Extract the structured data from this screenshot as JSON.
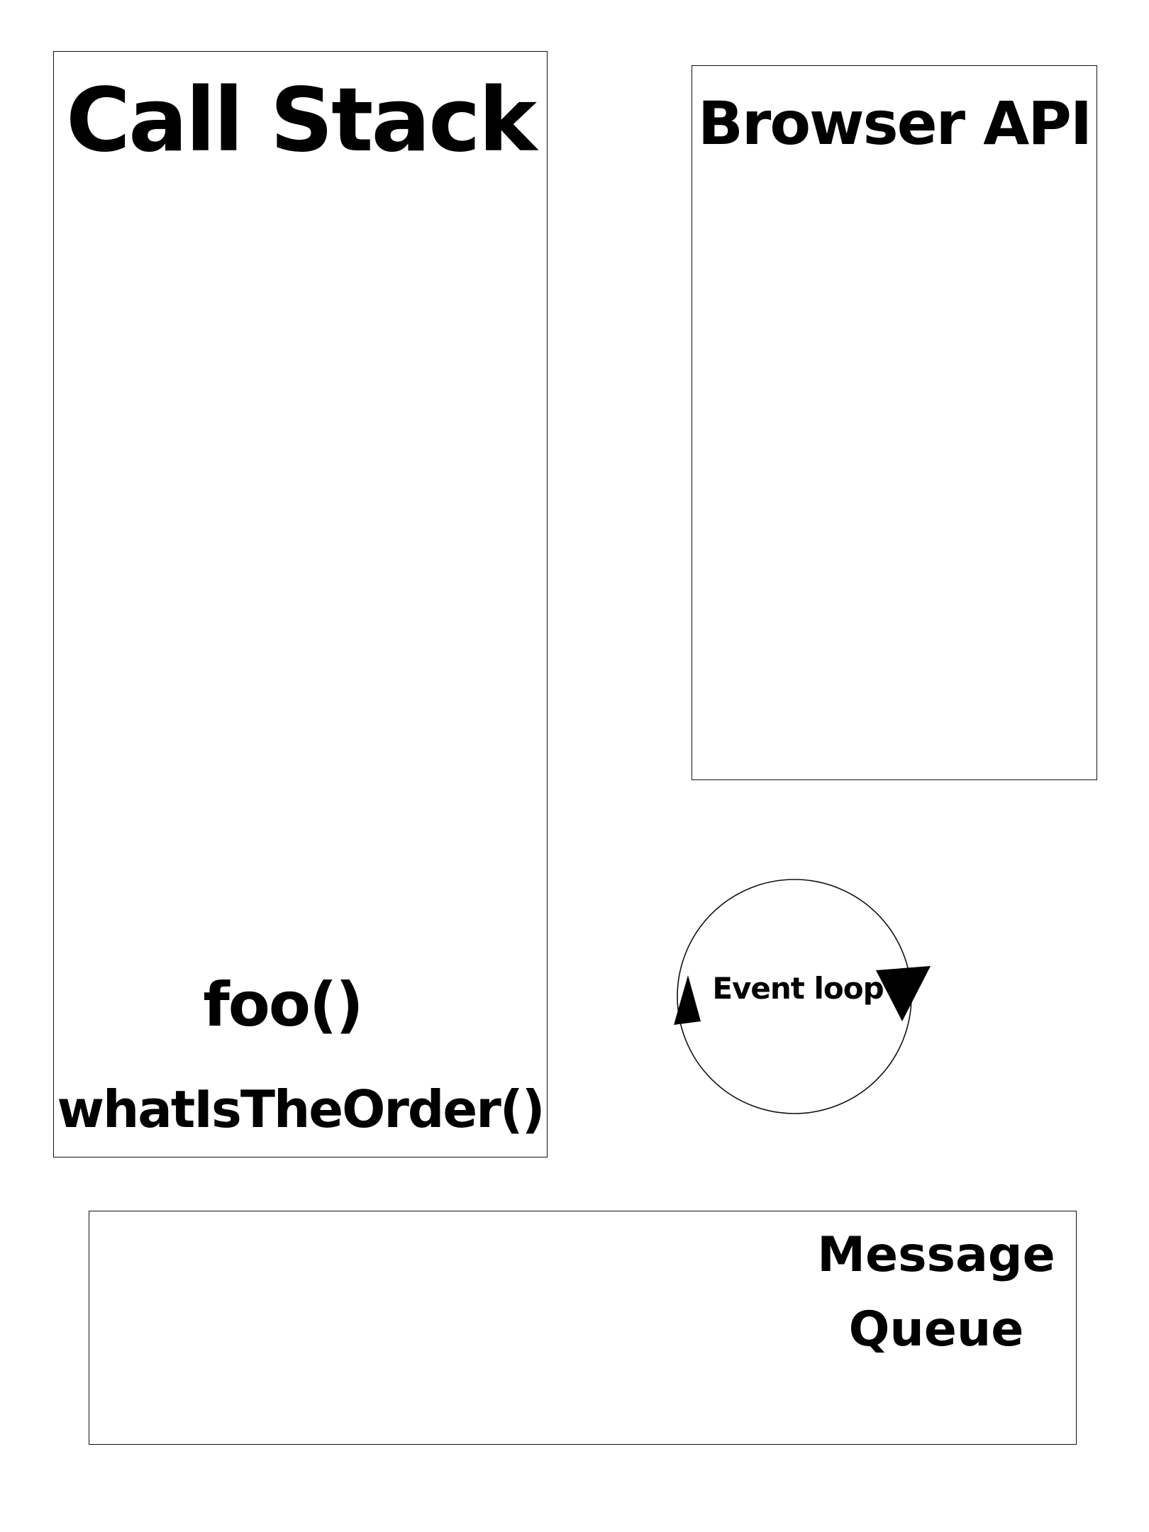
{
  "call_stack": {
    "title": "Call Stack",
    "frames": [
      "foo()",
      "whatIsTheOrder()"
    ]
  },
  "browser_api": {
    "title": "Browser API"
  },
  "event_loop": {
    "label": "Event loop"
  },
  "message_queue": {
    "title_line1": "Message",
    "title_line2": "Queue"
  },
  "colors": {
    "stroke": "#111111",
    "text": "#000000",
    "background": "#ffffff"
  }
}
